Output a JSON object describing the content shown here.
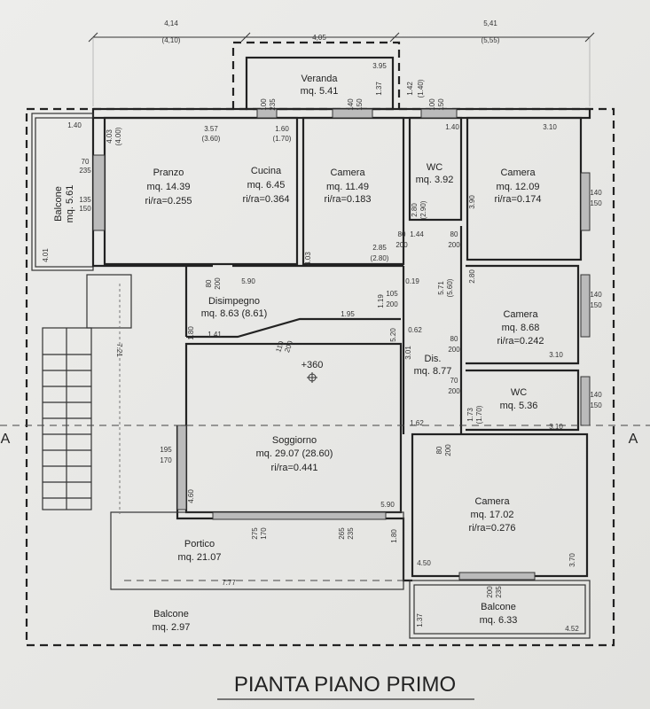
{
  "title": "PIANTA PIANO PRIMO",
  "section_marker": "A",
  "level_marker": "+360",
  "rooms": {
    "veranda": {
      "name": "Veranda",
      "area": "mq. 5.41"
    },
    "balcone_left": {
      "name": "Balcone",
      "area": "mq. 5.61"
    },
    "pranzo": {
      "name": "Pranzo",
      "area": "mq. 14.39",
      "ratio": "ri/ra=0.255"
    },
    "cucina": {
      "name": "Cucina",
      "area": "mq. 6.45",
      "ratio": "ri/ra=0.364"
    },
    "camera_1": {
      "name": "Camera",
      "area": "mq. 11.49",
      "ratio": "ri/ra=0.183"
    },
    "wc_1": {
      "name": "WC",
      "area": "mq. 3.92"
    },
    "camera_2": {
      "name": "Camera",
      "area": "mq. 12.09",
      "ratio": "ri/ra=0.174"
    },
    "disimpegno": {
      "name": "Disimpegno",
      "area": "mq. 8.63 (8.61)"
    },
    "camera_3": {
      "name": "Camera",
      "area": "mq. 8.68",
      "ratio": "ri/ra=0.242"
    },
    "dis": {
      "name": "Dis.",
      "area": "mq. 8.77"
    },
    "wc_2": {
      "name": "WC",
      "area": "mq. 5.36"
    },
    "soggiorno": {
      "name": "Soggiorno",
      "area": "mq. 29.07 (28.60)",
      "ratio": "ri/ra=0.441"
    },
    "camera_4": {
      "name": "Camera",
      "area": "mq. 17.02",
      "ratio": "ri/ra=0.276"
    },
    "portico": {
      "name": "Portico",
      "area": "mq. 21.07"
    },
    "balcone_bottom": {
      "name": "Balcone",
      "area": "mq. 2.97"
    },
    "balcone_right": {
      "name": "Balcone",
      "area": "mq. 6.33"
    }
  },
  "dimensions": {
    "top_left": "4,14",
    "top_left_alt": "(4,10)",
    "top_mid": "4,05",
    "top_right": "5,41",
    "top_right_alt": "(5,55)",
    "veranda_w": "3.95",
    "veranda_h": "1.37",
    "veranda_off": "1.42",
    "veranda_off_alt": "(1.40)",
    "bal_w": "1.40",
    "bal_h": "4.01",
    "pranzo_h": "4.03",
    "pranzo_h_alt": "(4.00)",
    "pranzo_w": "3.57",
    "pranzo_w_alt": "(3.60)",
    "cucina_w": "1.60",
    "cucina_w_alt": "(1.70)",
    "cam1_h": "4.03",
    "cam1_w": "2.85",
    "cam1_w_alt": "(2.80)",
    "wc1_w": "1.40",
    "wc1_h": "2.80",
    "wc1_h_alt": "(2.90)",
    "cam2_w": "3.10",
    "cam2_h": "3.90",
    "win_a": "70",
    "win_b": "235",
    "win_c": "135",
    "win_d": "150",
    "win_e": "100",
    "win_f": "235",
    "win_g": "140",
    "win_h": "150",
    "win_i": "100",
    "win_j": "150",
    "win_r1a": "140",
    "win_r1b": "150",
    "win_r2a": "140",
    "win_r2b": "150",
    "win_r3a": "140",
    "win_r3b": "150",
    "door_a": "80",
    "door_b": "200",
    "door_c": "1.44",
    "door_d": "80",
    "door_e": "200",
    "disimp_w": "5.90",
    "disimp_a": "0.19",
    "disimp_b": "1.19",
    "door_f": "105",
    "door_g": "200",
    "door_h": "80",
    "door_i": "200",
    "dis_a": "5.71",
    "dis_a_alt": "(5.60)",
    "diag_a": "1.95",
    "diag_b": "1.41",
    "diag_c": "1.80",
    "door_j": "110",
    "door_k": "200",
    "sog_h": "5.20",
    "dis_b": "0.62",
    "dis_c": "3.01",
    "cam3_h": "2.80",
    "cam3_w": "3.10",
    "door_l": "80",
    "door_m": "200",
    "door_n": "70",
    "door_o": "200",
    "wc2_h": "1.73",
    "wc2_h_alt": "(1.70)",
    "wc2_w": "3.10",
    "dis_d": "1.62",
    "door_p": "80",
    "door_q": "200",
    "stair": "7.21",
    "sog_win_a": "195",
    "sog_win_b": "170",
    "sog_a": "4.60",
    "sog_w": "5.90",
    "sog_win_c": "275",
    "sog_win_d": "170",
    "sog_win_e": "265",
    "sog_win_f": "235",
    "port_h": "1.80",
    "port_w": "7.77",
    "cam4_w": "4.50",
    "cam4_h": "3.70",
    "cam4_win_a": "200",
    "cam4_win_b": "235",
    "balr_h": "1.37",
    "balr_w": "4.52"
  }
}
